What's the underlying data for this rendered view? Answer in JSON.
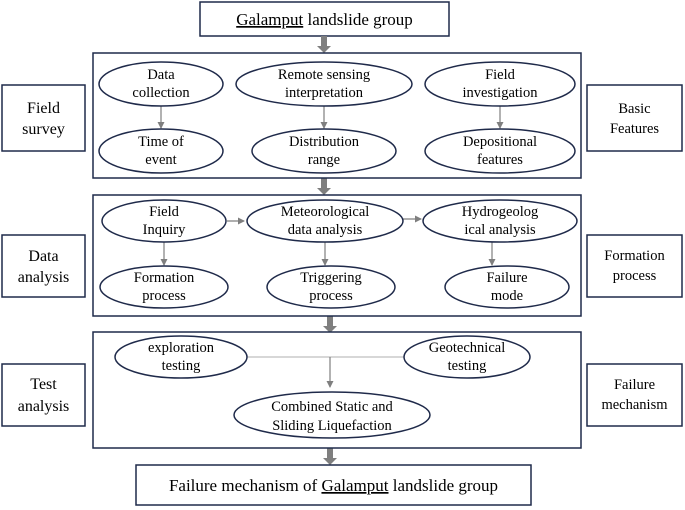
{
  "title": {
    "prefix": "Galamput",
    "suffix": " landslide group"
  },
  "final": {
    "prefix": "Failure mechanism of ",
    "word": "Galamput",
    "suffix": " landslide group"
  },
  "sections": [
    {
      "left_label": [
        "Field",
        "survey"
      ],
      "right_label": [
        "Basic",
        "Features"
      ],
      "top_nodes": [
        [
          "Data",
          "collection"
        ],
        [
          "Remote sensing",
          "interpretation"
        ],
        [
          "Field",
          "investigation"
        ]
      ],
      "bottom_nodes": [
        [
          "Time of",
          "event"
        ],
        [
          "Distribution",
          "range"
        ],
        [
          "Depositional",
          "features"
        ]
      ]
    },
    {
      "left_label": [
        "Data",
        "analysis"
      ],
      "right_label": [
        "Formation",
        "process"
      ],
      "top_nodes": [
        [
          "Field",
          "Inquiry"
        ],
        [
          "Meteorological",
          "data analysis"
        ],
        [
          "Hydrogeolog",
          "ical analysis"
        ]
      ],
      "bottom_nodes": [
        [
          "Formation",
          "process"
        ],
        [
          "Triggering",
          "process"
        ],
        [
          "Failure",
          "mode"
        ]
      ]
    },
    {
      "left_label": [
        "Test",
        "analysis"
      ],
      "right_label": [
        "Failure",
        "mechanism"
      ],
      "top_nodes": [
        [
          "exploration",
          "testing"
        ],
        [
          "Geotechnical",
          "testing"
        ]
      ],
      "bottom_nodes": [
        [
          "Combined Static and",
          "Sliding Liquefaction"
        ]
      ]
    }
  ],
  "colors": {
    "frame": "#1f2a4a",
    "arrow": "#7f7f7f"
  }
}
